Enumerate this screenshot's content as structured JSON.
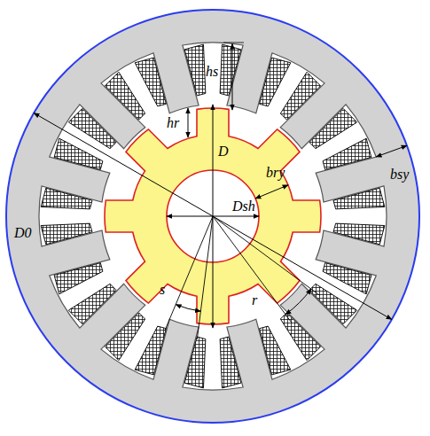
{
  "diagram": {
    "labels": [
      "hs",
      "bsy",
      "hr",
      "D",
      "D0",
      "Dsh",
      "bry",
      "s",
      "r"
    ]
  }
}
